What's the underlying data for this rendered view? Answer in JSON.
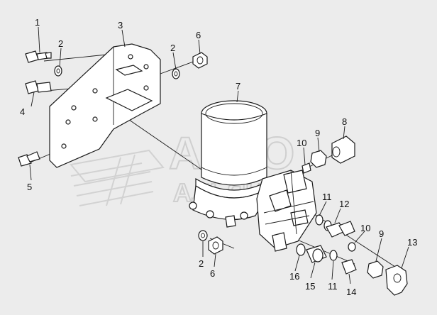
{
  "watermark": {
    "line1": "АВТО",
    "line2": "АЛЬЯНС"
  },
  "callouts": {
    "c1": "1",
    "c2a": "2",
    "c2b": "2",
    "c2c": "2",
    "c3": "3",
    "c4": "4",
    "c5": "5",
    "c6a": "6",
    "c6b": "6",
    "c7": "7",
    "c8": "8",
    "c9a": "9",
    "c9b": "9",
    "c10a": "10",
    "c10b": "10",
    "c11a": "11",
    "c11b": "11",
    "c12": "12",
    "c13": "13",
    "c14": "14",
    "c15": "15",
    "c16": "16"
  },
  "colors": {
    "background": "#ececec",
    "line": "#1a1a1a",
    "watermark": "#cfcfcf"
  }
}
